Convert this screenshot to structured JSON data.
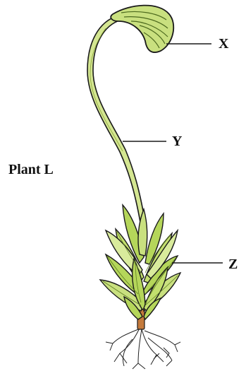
{
  "title": "Plant L",
  "labels": {
    "x": "X",
    "y": "Y",
    "z": "Z"
  },
  "colors": {
    "capsule": "#c9e07f",
    "seta": "#d4e691",
    "leaf": "#b5d65a",
    "leaf_light": "#d9eb9c",
    "stem": "#c47a3c",
    "outline": "#1a1a1a"
  }
}
